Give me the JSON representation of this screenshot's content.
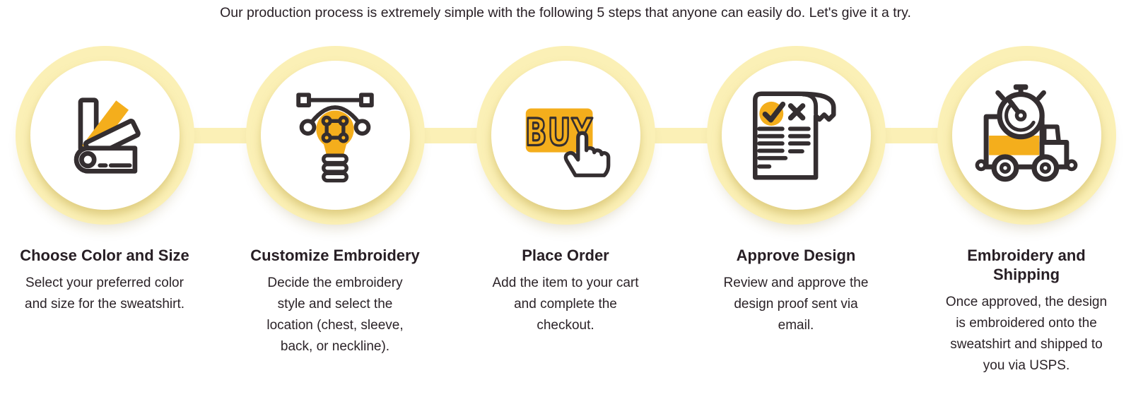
{
  "heading": "Our production process is extremely simple with the following 5 steps that anyone can easily do. Let's give it a try.",
  "colors": {
    "background": "#FFFFFF",
    "ring": "#FBF0B6",
    "ring_shadow": "rgba(201,176,86,0.55)",
    "accent": "#F4AE1C",
    "outline": "#342E30",
    "title_text": "#271E24",
    "body_text": "#2B2328"
  },
  "steps": [
    {
      "icon": "color-swatch-icon",
      "title": "Choose Color and Size",
      "description": "Select your preferred color and size for the sweatshirt."
    },
    {
      "icon": "vector-design-bulb-icon",
      "title": "Customize Embroidery",
      "description": "Decide the embroidery style and select the location (chest, sleeve, back, or neckline)."
    },
    {
      "icon": "buy-button-click-icon",
      "icon_label": "BUY",
      "title": "Place Order",
      "description": "Add the item to your cart and complete the checkout."
    },
    {
      "icon": "approve-document-icon",
      "title": "Approve Design",
      "description": "Review and approve the design proof sent via email."
    },
    {
      "icon": "delivery-truck-timer-icon",
      "title": "Embroidery and Shipping",
      "description": "Once approved, the design is embroidered onto the sweatshirt and shipped to you via USPS."
    }
  ]
}
